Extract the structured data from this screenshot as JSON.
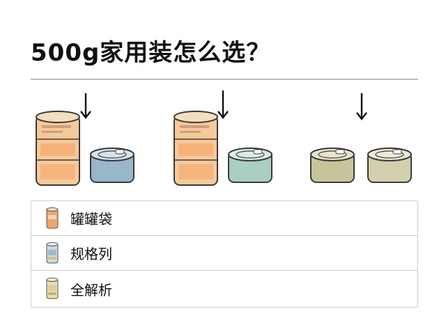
{
  "title": "500g家用装怎么选？",
  "options": [
    {
      "label": "罐罐袋",
      "icon": "orange-can-icon",
      "color": "#f2a56a"
    },
    {
      "label": "规格列",
      "icon": "blue-can-icon",
      "color": "#9fb8c9"
    },
    {
      "label": "全解析",
      "icon": "olive-can-icon",
      "color": "#d8cf9a"
    }
  ],
  "colors": {
    "accent_orange": "#f5a86a",
    "can_blue": "#9ab6ca",
    "can_mint": "#a9cfc0",
    "can_olive": "#c8c49a",
    "divider": "#bdbdbd"
  }
}
